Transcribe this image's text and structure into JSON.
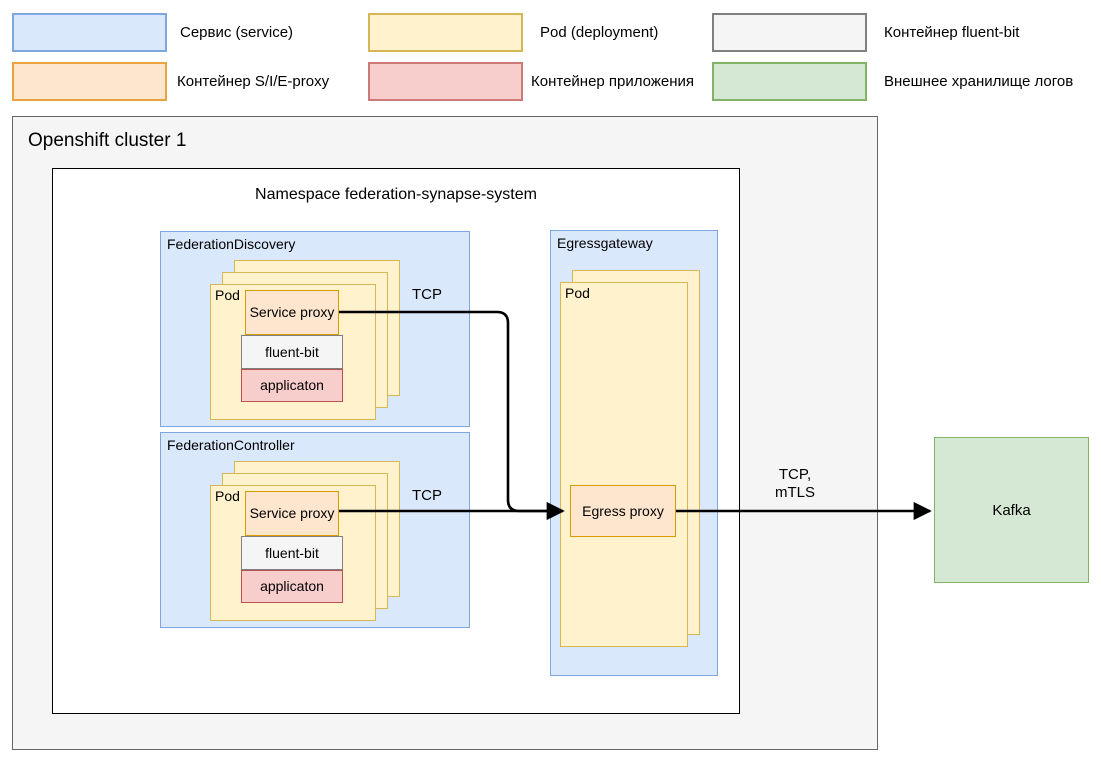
{
  "legend": {
    "items": [
      {
        "key": "service",
        "label": "Сервис (service)",
        "fill": "#dae8fc",
        "stroke": "#7ea6e0"
      },
      {
        "key": "pod",
        "label": "Pod (deployment)",
        "fill": "#fff2cc",
        "stroke": "#d6b656"
      },
      {
        "key": "fluent",
        "label": "Контейнер fluent-bit",
        "fill": "#f5f5f5",
        "stroke": "#808080"
      },
      {
        "key": "sieproxy",
        "label": "Контейнер S/I/E-proxy",
        "fill": "#fde5ce",
        "stroke": "#e8a33d"
      },
      {
        "key": "app",
        "label": "Контейнер приложения",
        "fill": "#f8cecc",
        "stroke": "#cc7a77"
      },
      {
        "key": "storage",
        "label": "Внешнее хранилище логов",
        "fill": "#d5e8d4",
        "stroke": "#82b366"
      }
    ]
  },
  "cluster": {
    "title": "Openshift cluster 1",
    "namespace": {
      "title": "Namespace federation-synapse-system",
      "services": [
        {
          "name": "FederationDiscovery",
          "pod_label": "Pod",
          "pod_stack_count": 3,
          "containers": [
            {
              "name": "Service proxy",
              "type": "sieproxy"
            },
            {
              "name": "fluent-bit",
              "type": "fluent"
            },
            {
              "name": "applicaton",
              "type": "app"
            }
          ],
          "edge_label": "TCP"
        },
        {
          "name": "FederationController",
          "pod_label": "Pod",
          "pod_stack_count": 3,
          "containers": [
            {
              "name": "Service proxy",
              "type": "sieproxy"
            },
            {
              "name": "fluent-bit",
              "type": "fluent"
            },
            {
              "name": "applicaton",
              "type": "app"
            }
          ],
          "edge_label": "TCP"
        },
        {
          "name": "Egressgateway",
          "pod_label": "Pod",
          "pod_stack_count": 2,
          "containers": [
            {
              "name": "Egress proxy",
              "type": "sieproxy"
            }
          ],
          "edge_label": ""
        }
      ]
    }
  },
  "external": {
    "store": {
      "name": "Kafka"
    },
    "edge_label": "TCP,\nmTLS"
  },
  "colors": {
    "service_fill": "#dae8fc",
    "service_stroke": "#7ea6e0",
    "pod_fill": "#fff2cc",
    "pod_stroke": "#d6b656",
    "proxy_fill": "#fde5ce",
    "proxy_stroke": "#d79b00",
    "fluent_fill": "#f5f5f5",
    "fluent_stroke": "#808080",
    "app_fill": "#f8cecc",
    "app_stroke": "#b85450",
    "store_fill": "#d5e8d4",
    "store_stroke": "#82b366",
    "cluster_fill": "#f5f5f5",
    "cluster_stroke": "#666666",
    "namespace_stroke": "#000000",
    "wire": "#000000"
  }
}
